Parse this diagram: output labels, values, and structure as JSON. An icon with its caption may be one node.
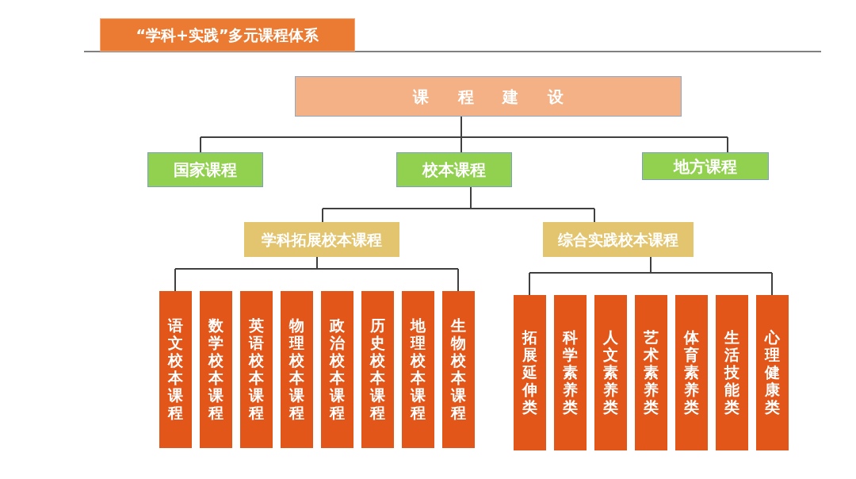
{
  "diagram": {
    "title": "“学科+实践”多元课程体系",
    "nodes": [
      {
        "text": [
          "课 程 建 设"
        ]
      },
      {
        "text": [
          "国家课程"
        ]
      },
      {
        "text": [
          "校本课程"
        ]
      },
      {
        "text": [
          "地方课程"
        ]
      },
      {
        "text": [
          "学科拓展校本课程"
        ]
      },
      {
        "text": [
          "综合实践校本课程"
        ]
      },
      {
        "text": [
          "语文校本课程"
        ]
      },
      {
        "text": [
          "数学校本课程"
        ]
      },
      {
        "text": [
          "英语校本课程"
        ]
      },
      {
        "text": [
          "物理校本课程"
        ]
      },
      {
        "text": [
          "政治校本课程"
        ]
      },
      {
        "text": [
          "历史校本课程"
        ]
      },
      {
        "text": [
          "地理校本课程"
        ]
      },
      {
        "text": [
          "生物校本课程"
        ]
      },
      {
        "text": [
          "拓展延伸类"
        ]
      },
      {
        "text": [
          "科学素养类"
        ]
      },
      {
        "text": [
          "人文素养类"
        ]
      },
      {
        "text": [
          "艺术素养类"
        ]
      },
      {
        "text": [
          "体育素养类"
        ]
      },
      {
        "text": [
          "生活技能类"
        ]
      },
      {
        "text": [
          "心理健康类"
        ]
      }
    ],
    "edges": [
      {
        "from": 0,
        "to": 1,
        "arrow": "none"
      },
      {
        "from": 0,
        "to": 2,
        "arrow": "none"
      },
      {
        "from": 0,
        "to": 3,
        "arrow": "none"
      },
      {
        "from": 2,
        "to": 4,
        "arrow": "none"
      },
      {
        "from": 2,
        "to": 5,
        "arrow": "none"
      },
      {
        "from": 4,
        "to": 6,
        "arrow": "none"
      },
      {
        "from": 4,
        "to": 13,
        "arrow": "none"
      },
      {
        "from": 5,
        "to": 14,
        "arrow": "none"
      },
      {
        "from": 5,
        "to": 20,
        "arrow": "none"
      }
    ]
  }
}
